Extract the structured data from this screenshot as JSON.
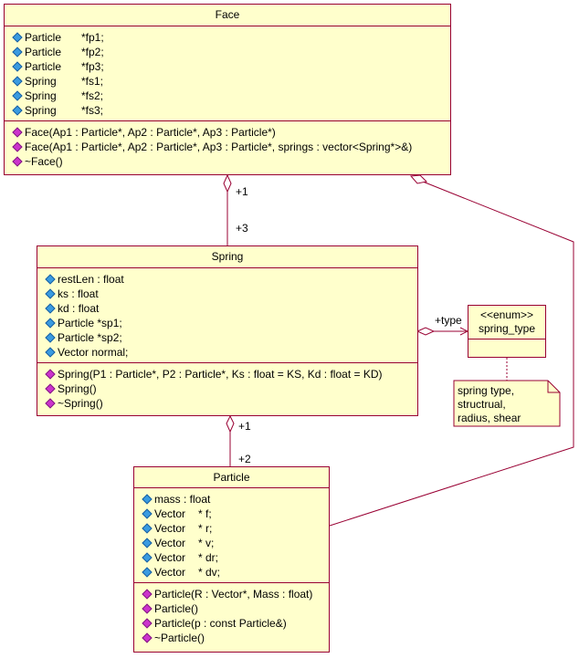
{
  "face": {
    "name": "Face",
    "attributes": [
      {
        "type": "Particle",
        "name": "*fp1;"
      },
      {
        "type": "Particle",
        "name": "*fp2;"
      },
      {
        "type": "Particle",
        "name": "*fp3;"
      },
      {
        "type": "Spring",
        "name": "*fs1;"
      },
      {
        "type": "Spring",
        "name": "*fs2;"
      },
      {
        "type": "Spring",
        "name": "*fs3;"
      }
    ],
    "operations": [
      "Face(Ap1 : Particle*, Ap2 : Particle*, Ap3 : Particle*)",
      "Face(Ap1 : Particle*, Ap2 : Particle*, Ap3 : Particle*, springs : vector<Spring*>&)",
      "~Face()"
    ]
  },
  "spring": {
    "name": "Spring",
    "attributes": [
      "restLen : float",
      "ks : float",
      "kd : float",
      "Particle *sp1;",
      "Particle *sp2;",
      "Vector normal;"
    ],
    "operations": [
      "Spring(P1 : Particle*, P2 : Particle*, Ks : float = KS, Kd : float = KD)",
      "Spring()",
      "~Spring()"
    ]
  },
  "particle": {
    "name": "Particle",
    "attributes": [
      {
        "type": "mass : float",
        "name": ""
      },
      {
        "type": "Vector",
        "name": "* f;"
      },
      {
        "type": "Vector",
        "name": "* r;"
      },
      {
        "type": "Vector",
        "name": "* v;"
      },
      {
        "type": "Vector",
        "name": "* dr;"
      },
      {
        "type": "Vector",
        "name": "* dv;"
      }
    ],
    "operations": [
      "Particle(R : Vector*, Mass : float)",
      "Particle()",
      "Particle(p : const Particle&)",
      "~Particle()"
    ]
  },
  "enum": {
    "stereotype": "<<enum>>",
    "name": "spring_type"
  },
  "note": {
    "text": "spring type,\nstructrual,\nradius, shear"
  },
  "associations": {
    "face_spring_source": "+1",
    "face_spring_target": "+3",
    "spring_particle_source": "+1",
    "spring_particle_target": "+2",
    "spring_type_role": "+type"
  },
  "colors": {
    "class_fill": "#ffffcc",
    "class_border": "#990033",
    "attribute_icon": "#3a9be0",
    "operation_icon": "#cc33cc"
  }
}
